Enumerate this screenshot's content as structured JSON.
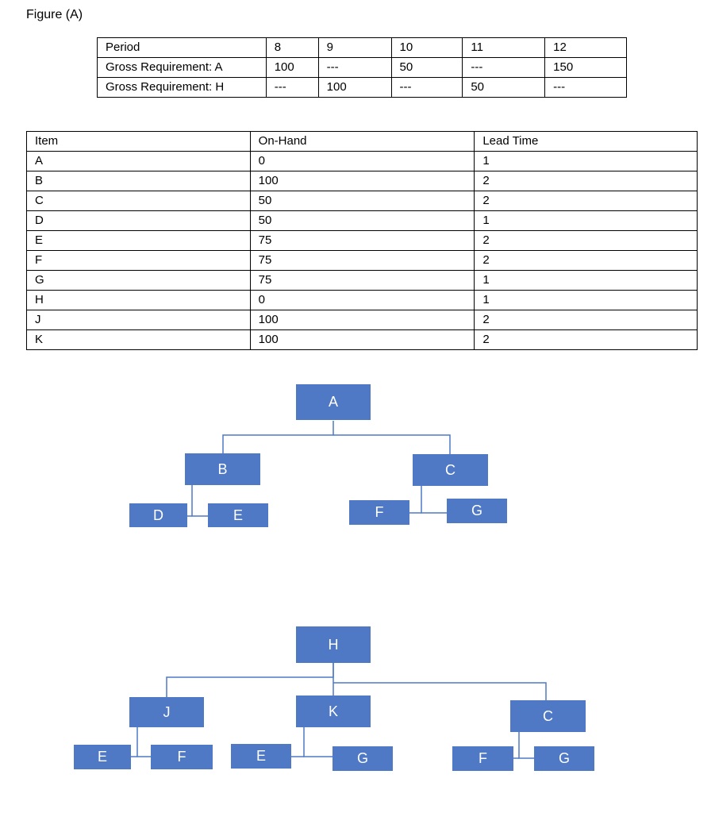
{
  "caption": "Figure (A)",
  "requirements_table": {
    "rows": [
      [
        "Period",
        "8",
        "9",
        "10",
        "11",
        "12"
      ],
      [
        "Gross Requirement: A",
        "100",
        "---",
        "50",
        "---",
        "150"
      ],
      [
        "Gross Requirement: H",
        "---",
        "100",
        "---",
        "50",
        "---"
      ]
    ]
  },
  "items_table": {
    "headers": [
      "Item",
      "On-Hand",
      "Lead Time"
    ],
    "rows": [
      [
        "A",
        "0",
        "1"
      ],
      [
        "B",
        "100",
        "2"
      ],
      [
        "C",
        "50",
        "2"
      ],
      [
        "D",
        "50",
        "1"
      ],
      [
        "E",
        "75",
        "2"
      ],
      [
        "F",
        "75",
        "2"
      ],
      [
        "G",
        "75",
        "1"
      ],
      [
        "H",
        "0",
        "1"
      ],
      [
        "J",
        "100",
        "2"
      ],
      [
        "K",
        "100",
        "2"
      ]
    ]
  },
  "tree_a": {
    "root": "A",
    "b": "B",
    "c": "C",
    "d": "D",
    "e": "E",
    "f": "F",
    "g": "G"
  },
  "tree_h": {
    "root": "H",
    "j": "J",
    "k": "K",
    "c": "C",
    "j_e": "E",
    "j_f": "F",
    "k_e": "E",
    "k_g": "G",
    "c_f": "F",
    "c_g": "G"
  },
  "colors": {
    "box": "#4f78c5",
    "line": "#4f78c5"
  }
}
